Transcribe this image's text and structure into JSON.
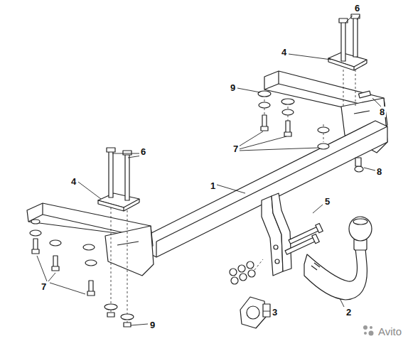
{
  "diagram": {
    "labels": [
      "6",
      "4",
      "9",
      "8",
      "7",
      "8",
      "1",
      "6",
      "4",
      "5",
      "7",
      "3",
      "9",
      "2",
      "Avito"
    ]
  }
}
